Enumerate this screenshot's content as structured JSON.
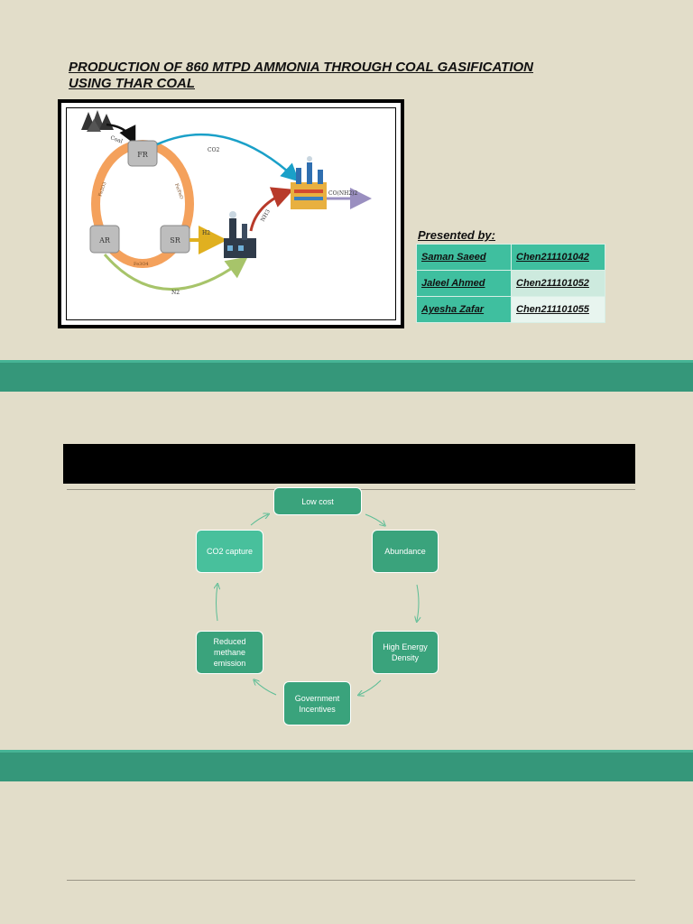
{
  "title": {
    "line1": "PRODUCTION OF 860 MTPD AMMONIA THROUGH COAL GASIFICATION",
    "line2": "USING THAR COAL"
  },
  "figure": {
    "coal_label": "Coal",
    "fr_label": "FR",
    "ar_label": "AR",
    "sr_label": "SR",
    "co2_label": "CO2",
    "h2_label": "H2",
    "n2_label": "N2",
    "nh3_label": "NH3",
    "urea_label": "CO(NH2)2",
    "fe2o3_label": "Fe2O3",
    "fe3o4_label": "Fe3O4",
    "fe_label": "Fe/FeO",
    "colors": {
      "ring": "#f4a15c",
      "co2_arrow": "#1aa0c8",
      "h2_arrow": "#e0b020",
      "n2_arrow": "#a7c46a",
      "nh3_arrow": "#b83a2a",
      "urea_arrow": "#9a8fc0"
    }
  },
  "presented": {
    "heading": "Presented by:",
    "members": [
      {
        "name": "Saman Saeed",
        "id": "Chen211101042"
      },
      {
        "name": "Jaleel Ahmed",
        "id": "Chen211101052"
      },
      {
        "name": "Ayesha Zafar",
        "id": "Chen211101055"
      }
    ]
  },
  "cycle": {
    "nodes": [
      "Low cost",
      "Abundance",
      "High Energy Density",
      "Government Incentives",
      "Reduced methane emission",
      "CO2 capture"
    ],
    "colors": {
      "node": "#3aa37c",
      "node_alt": "#48c09c",
      "arrow": "#5bbd95"
    }
  },
  "colors": {
    "background": "#e2ddc9",
    "band": "#35977a",
    "band_highlight": "#46b495"
  }
}
